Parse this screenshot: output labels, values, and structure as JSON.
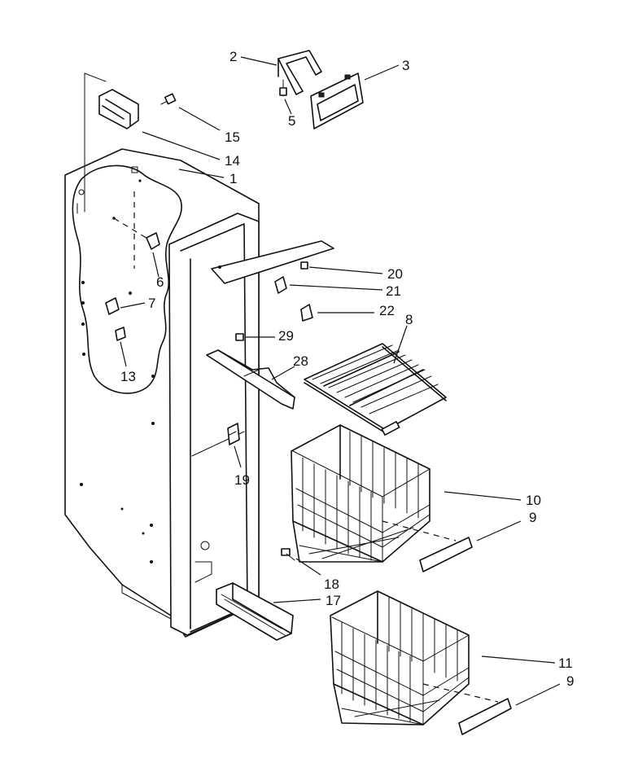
{
  "diagram": {
    "callouts": [
      {
        "id": "c2",
        "label": "2"
      },
      {
        "id": "c3",
        "label": "3"
      },
      {
        "id": "c5",
        "label": "5"
      },
      {
        "id": "c15",
        "label": "15"
      },
      {
        "id": "c14",
        "label": "14"
      },
      {
        "id": "c1",
        "label": "1"
      },
      {
        "id": "c6",
        "label": "6"
      },
      {
        "id": "c7",
        "label": "7"
      },
      {
        "id": "c13",
        "label": "13"
      },
      {
        "id": "c20",
        "label": "20"
      },
      {
        "id": "c21",
        "label": "21"
      },
      {
        "id": "c22",
        "label": "22"
      },
      {
        "id": "c8",
        "label": "8"
      },
      {
        "id": "c29",
        "label": "29"
      },
      {
        "id": "c28",
        "label": "28"
      },
      {
        "id": "c19",
        "label": "19"
      },
      {
        "id": "c10",
        "label": "10"
      },
      {
        "id": "c9a",
        "label": "9"
      },
      {
        "id": "c18",
        "label": "18"
      },
      {
        "id": "c17",
        "label": "17"
      },
      {
        "id": "c11",
        "label": "11"
      },
      {
        "id": "c9b",
        "label": "9"
      }
    ]
  }
}
